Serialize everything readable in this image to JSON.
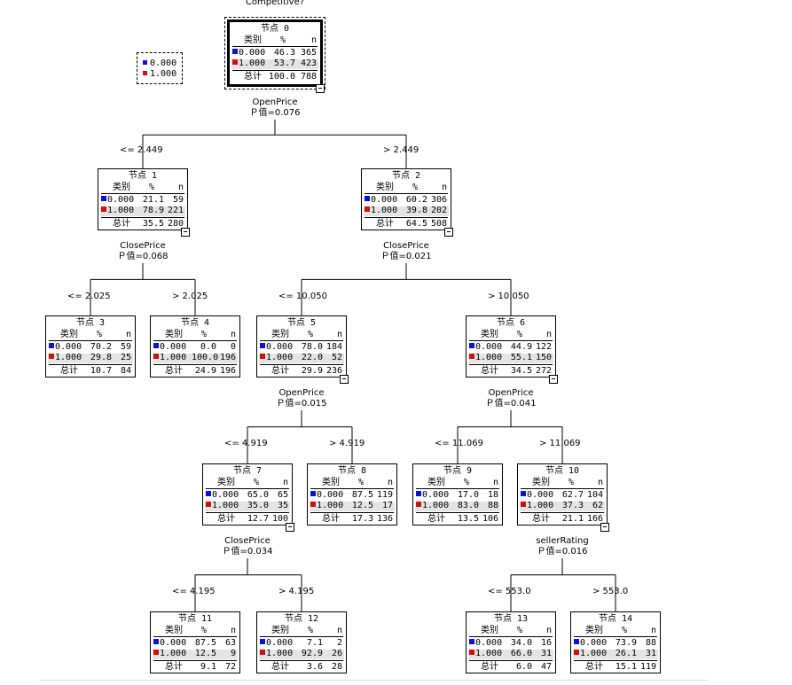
{
  "target": "Competitive?",
  "column_headers": {
    "category": "类别",
    "percent": "%",
    "n": "n",
    "total": "总计"
  },
  "legend": [
    {
      "label": "0.000",
      "color": "#1010d0"
    },
    {
      "label": "1.000",
      "color": "#d01010"
    }
  ],
  "nodes": [
    {
      "id": "节点 0",
      "rows": [
        [
          "0.000",
          "46.3",
          "365"
        ],
        [
          "1.000",
          "53.7",
          "423"
        ]
      ],
      "total": [
        "100.0",
        "788"
      ],
      "split": {
        "var": "OpenPrice",
        "p": "Ｐ值=0.076"
      }
    },
    {
      "id": "节点 1",
      "branch": "<= 2.449",
      "rows": [
        [
          "0.000",
          "21.1",
          "59"
        ],
        [
          "1.000",
          "78.9",
          "221"
        ]
      ],
      "total": [
        "35.5",
        "280"
      ],
      "split": {
        "var": "ClosePrice",
        "p": "Ｐ值=0.068"
      }
    },
    {
      "id": "节点 2",
      "branch": "> 2.449",
      "rows": [
        [
          "0.000",
          "60.2",
          "306"
        ],
        [
          "1.000",
          "39.8",
          "202"
        ]
      ],
      "total": [
        "64.5",
        "508"
      ],
      "split": {
        "var": "ClosePrice",
        "p": "Ｐ值=0.021"
      }
    },
    {
      "id": "节点 3",
      "branch": "<= 2.025",
      "rows": [
        [
          "0.000",
          "70.2",
          "59"
        ],
        [
          "1.000",
          "29.8",
          "25"
        ]
      ],
      "total": [
        "10.7",
        "84"
      ]
    },
    {
      "id": "节点 4",
      "branch": "> 2.025",
      "rows": [
        [
          "0.000",
          "0.0",
          "0"
        ],
        [
          "1.000",
          "100.0",
          "196"
        ]
      ],
      "total": [
        "24.9",
        "196"
      ]
    },
    {
      "id": "节点 5",
      "branch": "<= 10.050",
      "rows": [
        [
          "0.000",
          "78.0",
          "184"
        ],
        [
          "1.000",
          "22.0",
          "52"
        ]
      ],
      "total": [
        "29.9",
        "236"
      ],
      "split": {
        "var": "OpenPrice",
        "p": "Ｐ值=0.015"
      }
    },
    {
      "id": "节点 6",
      "branch": "> 10.050",
      "rows": [
        [
          "0.000",
          "44.9",
          "122"
        ],
        [
          "1.000",
          "55.1",
          "150"
        ]
      ],
      "total": [
        "34.5",
        "272"
      ],
      "split": {
        "var": "OpenPrice",
        "p": "Ｐ值=0.041"
      }
    },
    {
      "id": "节点 7",
      "branch": "<= 4.919",
      "rows": [
        [
          "0.000",
          "65.0",
          "65"
        ],
        [
          "1.000",
          "35.0",
          "35"
        ]
      ],
      "total": [
        "12.7",
        "100"
      ],
      "split": {
        "var": "ClosePrice",
        "p": "Ｐ值=0.034"
      }
    },
    {
      "id": "节点 8",
      "branch": "> 4.919",
      "rows": [
        [
          "0.000",
          "87.5",
          "119"
        ],
        [
          "1.000",
          "12.5",
          "17"
        ]
      ],
      "total": [
        "17.3",
        "136"
      ]
    },
    {
      "id": "节点 9",
      "branch": "<= 11.069",
      "rows": [
        [
          "0.000",
          "17.0",
          "18"
        ],
        [
          "1.000",
          "83.0",
          "88"
        ]
      ],
      "total": [
        "13.5",
        "106"
      ]
    },
    {
      "id": "节点 10",
      "branch": "> 11.069",
      "rows": [
        [
          "0.000",
          "62.7",
          "104"
        ],
        [
          "1.000",
          "37.3",
          "62"
        ]
      ],
      "total": [
        "21.1",
        "166"
      ],
      "split": {
        "var": "sellerRating",
        "p": "Ｐ值=0.016"
      }
    },
    {
      "id": "节点 11",
      "branch": "<= 4.195",
      "rows": [
        [
          "0.000",
          "87.5",
          "63"
        ],
        [
          "1.000",
          "12.5",
          "9"
        ]
      ],
      "total": [
        "9.1",
        "72"
      ]
    },
    {
      "id": "节点 12",
      "branch": "> 4.195",
      "rows": [
        [
          "0.000",
          "7.1",
          "2"
        ],
        [
          "1.000",
          "92.9",
          "26"
        ]
      ],
      "total": [
        "3.6",
        "28"
      ]
    },
    {
      "id": "节点 13",
      "branch": "<= 553.0",
      "rows": [
        [
          "0.000",
          "34.0",
          "16"
        ],
        [
          "1.000",
          "66.0",
          "31"
        ]
      ],
      "total": [
        "6.0",
        "47"
      ]
    },
    {
      "id": "节点 14",
      "branch": "> 553.0",
      "rows": [
        [
          "0.000",
          "73.9",
          "88"
        ],
        [
          "1.000",
          "26.1",
          "31"
        ]
      ],
      "total": [
        "15.1",
        "119"
      ]
    }
  ]
}
